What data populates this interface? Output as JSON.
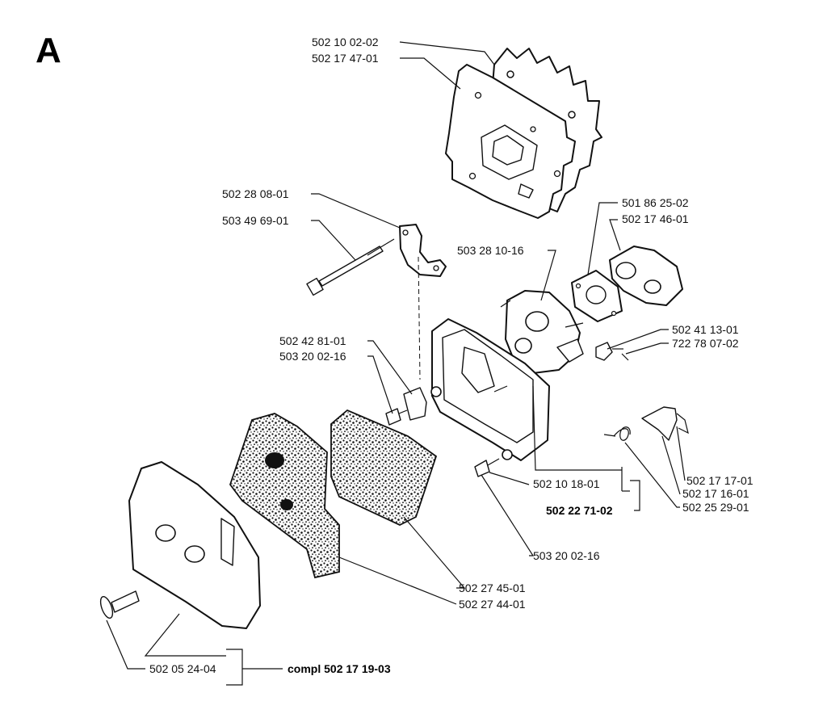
{
  "section_letter": "A",
  "labels": {
    "l1": "502 10 02-02",
    "l2": "502 17 47-01",
    "l3": "502 28 08-01",
    "l4": "503 49 69-01",
    "l5": "501 86 25-02",
    "l6": "502 17 46-01",
    "l7": "503 28 10-16",
    "l8": "502 41 13-01",
    "l9": "722 78 07-02",
    "l10": "502 42 81-01",
    "l11": "503 20 02-16",
    "l12": "502 10 18-01",
    "l13": "502 22 71-02",
    "l14": "502 17 17-01",
    "l15": "502 17 16-01",
    "l16": "502 25 29-01",
    "l17": "503 20 02-16",
    "l18": "502 27 45-01",
    "l19": "502 27 44-01",
    "l20": "502 05 24-04",
    "l21": "compl 502 17 19-03"
  }
}
